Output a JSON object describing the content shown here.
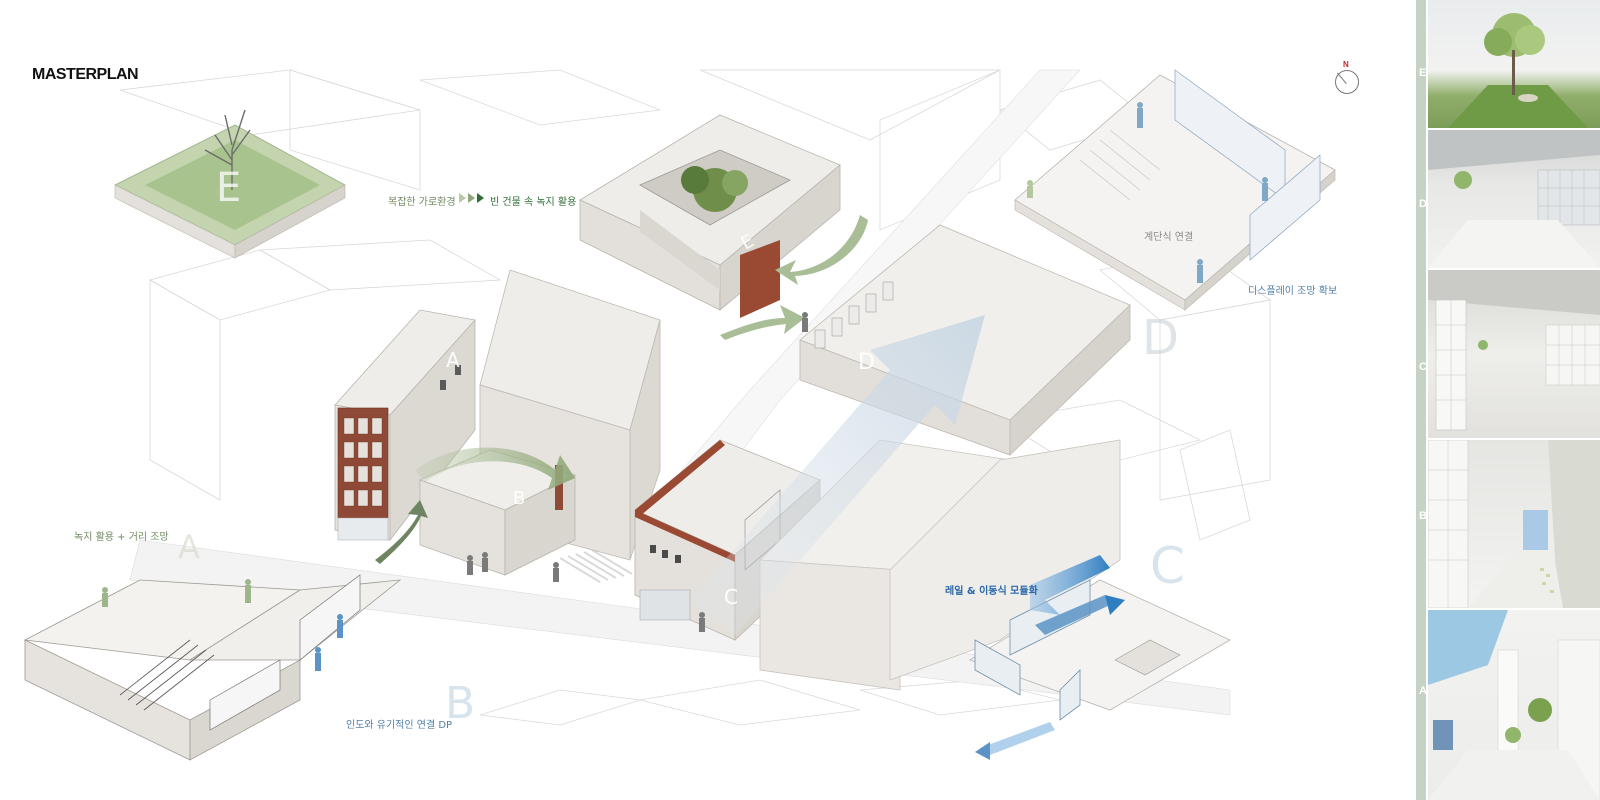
{
  "title": "MASTERPLAN",
  "compass": {
    "label": "N"
  },
  "zones": {
    "a_roof": "A",
    "b": "B",
    "c": "C",
    "d": "D",
    "e": "E"
  },
  "annotations": {
    "e_before": "복잡한 가로환경",
    "e_after": "빈 건물 속 녹지 활용",
    "d_stairs": "계단식 연결",
    "d_display": "디스플레이 조망 확보",
    "a_label": "녹지 활용 + 거리 조망",
    "b_label": "인도와 유기적인 연결 DP",
    "c_label": "레일 & 이동식 모듈화"
  },
  "side_panels": [
    {
      "letter": "E"
    },
    {
      "letter": "D"
    },
    {
      "letter": "C"
    },
    {
      "letter": "B"
    },
    {
      "letter": "A"
    }
  ],
  "colors": {
    "green_accent": "#9db58a",
    "blue_accent": "#5b93c6",
    "brick": "#9a4a33",
    "concrete": "#e8e5e0"
  }
}
